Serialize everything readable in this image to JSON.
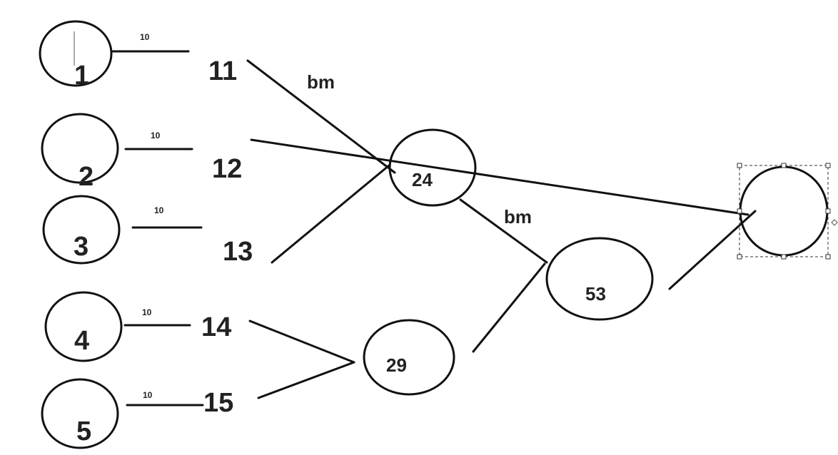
{
  "leaf_nodes": [
    {
      "id": "1",
      "label": "1",
      "weight_label": "10",
      "value_label": "11"
    },
    {
      "id": "2",
      "label": "2",
      "weight_label": "10",
      "value_label": "12"
    },
    {
      "id": "3",
      "label": "3",
      "weight_label": "10",
      "value_label": "13"
    },
    {
      "id": "4",
      "label": "4",
      "weight_label": "10",
      "value_label": "14"
    },
    {
      "id": "5",
      "label": "5",
      "weight_label": "10",
      "value_label": "15"
    }
  ],
  "inner_nodes": [
    {
      "id": "n24",
      "label": "24"
    },
    {
      "id": "n29",
      "label": "29"
    },
    {
      "id": "n53",
      "label": "53"
    },
    {
      "id": "root",
      "label": ""
    }
  ],
  "edge_labels": [
    {
      "id": "bm1",
      "text": "bm"
    },
    {
      "id": "bm2",
      "text": "bm"
    }
  ],
  "colors": {
    "stroke": "#111111",
    "text": "#222222",
    "background": "#ffffff"
  }
}
